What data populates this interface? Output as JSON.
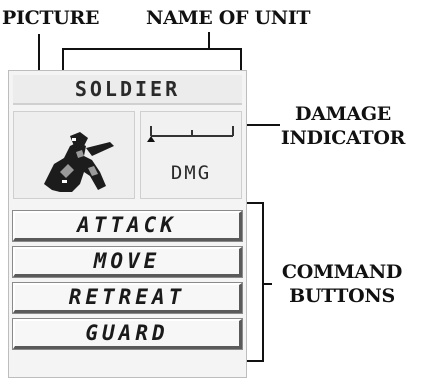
{
  "callouts": {
    "picture": "PICTURE",
    "unit_name": "NAME OF UNIT",
    "damage_line1": "DAMAGE",
    "damage_line2": "INDICATOR",
    "command_line1": "COMMAND",
    "command_line2": "BUTTONS"
  },
  "unit": {
    "name": "SOLDIER",
    "portrait_icon": "soldier-portrait-icon"
  },
  "damage": {
    "label": "DMG",
    "level": 0
  },
  "commands": [
    {
      "label": "ATTACK"
    },
    {
      "label": "MOVE"
    },
    {
      "label": "RETREAT"
    },
    {
      "label": "GUARD"
    }
  ]
}
